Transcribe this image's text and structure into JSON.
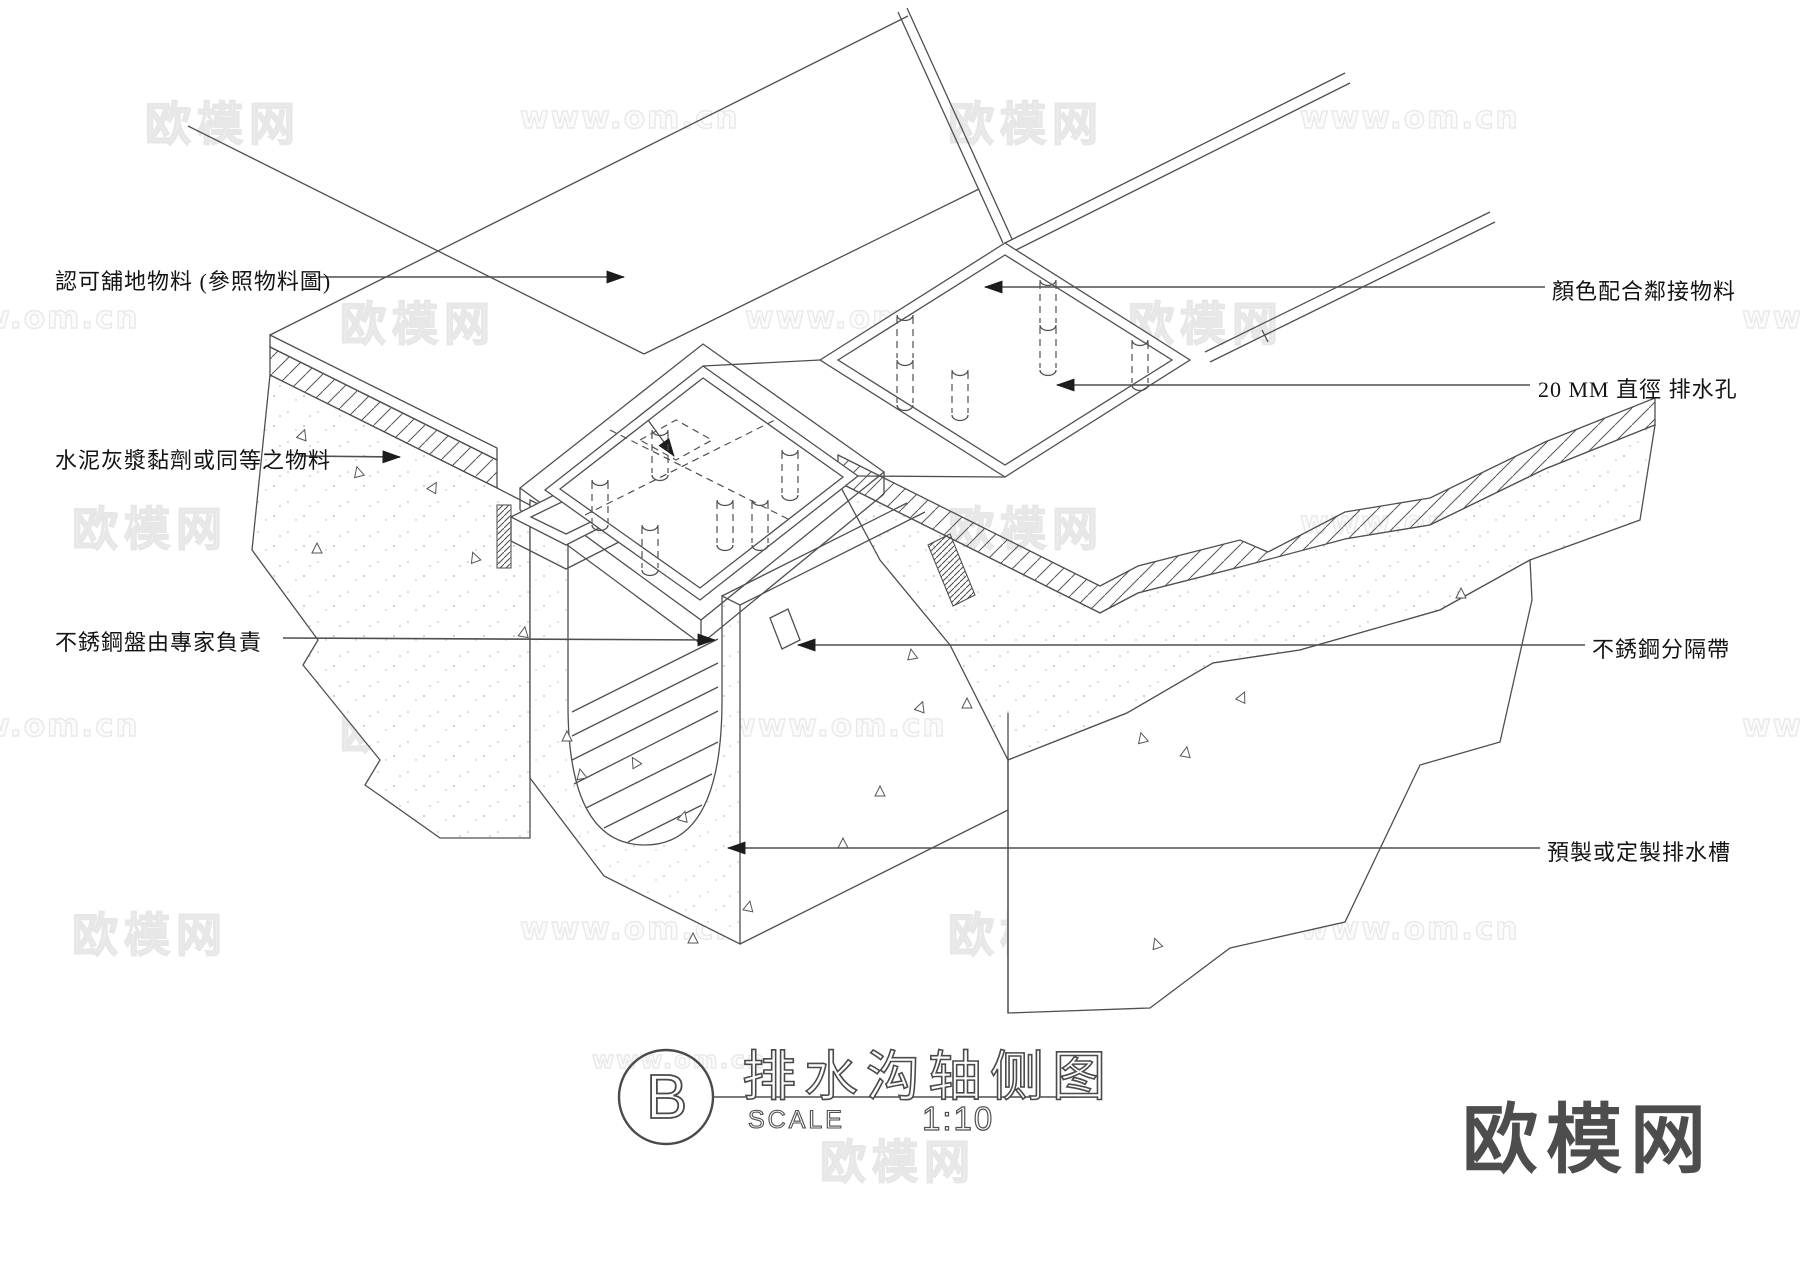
{
  "drawing": {
    "type": "construction-detail",
    "view": "axonometric",
    "subject": "drainage channel detail"
  },
  "callouts": {
    "approved_paving": "認可舖地物料 (參照物料圖)",
    "cement_mortar": "水泥灰漿黏劑或同等之物料",
    "stainless_tray": "不銹鋼盤由專家負責",
    "color_match": "顏色配合鄰接物料",
    "drain_hole": "20 MM 直徑 排水孔",
    "stainless_divider": "不銹鋼分隔帶",
    "precast_channel": "預製或定製排水槽"
  },
  "title_block": {
    "detail_letter": "B",
    "title": "排水沟轴侧图",
    "scale_label": "SCALE",
    "scale_value": "1:10"
  },
  "watermarks": {
    "site_name": "欧模网",
    "site_url": "www.om.cn"
  },
  "logo": {
    "text": "欧模网"
  },
  "colors": {
    "line": "#4f4f4f",
    "watermark": "#e8e8e8",
    "logo": "#4d4d4d",
    "background": "#ffffff"
  }
}
